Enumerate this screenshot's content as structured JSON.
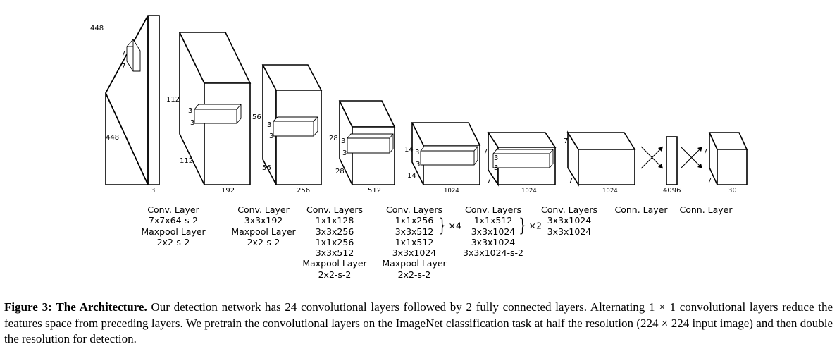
{
  "figure": {
    "stages": [
      {
        "layer_labels": [
          "Conv. Layer",
          "7x7x64-s-2",
          "Maxpool Layer",
          "2x2-s-2"
        ],
        "input_height": "448",
        "input_width": "448",
        "input_depth": "3",
        "kernel_h": "7",
        "kernel_w": "7"
      },
      {
        "layer_labels": [
          "Conv. Layer",
          "3x3x192",
          "Maxpool Layer",
          "2x2-s-2"
        ],
        "input_height": "112",
        "input_width": "112",
        "input_depth": "192",
        "kernel_h": "3",
        "kernel_w": "3"
      },
      {
        "layer_labels": [
          "Conv. Layers",
          "1x1x128",
          "3x3x256",
          "1x1x256",
          "3x3x512",
          "Maxpool Layer",
          "2x2-s-2"
        ],
        "input_height": "56",
        "input_width": "56",
        "input_depth": "256",
        "kernel_h": "3",
        "kernel_w": "3"
      },
      {
        "layer_labels": [
          "Conv. Layers",
          "1x1x256",
          "3x3x512",
          "1x1x512",
          "3x3x1024",
          "Maxpool Layer",
          "2x2-s-2"
        ],
        "repeat": "×4",
        "input_height": "28",
        "input_width": "28",
        "input_depth": "512",
        "kernel_h": "3",
        "kernel_w": "3"
      },
      {
        "layer_labels": [
          "Conv. Layers",
          "1x1x512",
          "3x3x1024",
          "3x3x1024",
          "3x3x1024-s-2"
        ],
        "repeat": "×2",
        "input_height": "14",
        "input_width": "14",
        "input_depth": "1024",
        "kernel_h": "3",
        "kernel_w": "3"
      },
      {
        "layer_labels": [
          "Conv. Layers",
          "3x3x1024",
          "3x3x1024"
        ],
        "input_height": "7",
        "input_width": "7",
        "input_depth": "1024",
        "kernel_h": "3",
        "kernel_w": "3"
      },
      {
        "layer_labels": [
          "Conn. Layer"
        ],
        "input_height": "7",
        "input_width": "7",
        "input_depth": "1024"
      },
      {
        "layer_labels": [
          "Conn. Layer"
        ],
        "input_depth": "4096"
      },
      {
        "output_height": "7",
        "output_width": "7",
        "output_depth": "30"
      }
    ]
  },
  "caption": {
    "label": "Figure 3:",
    "title": "The Architecture.",
    "text": "Our detection network has 24 convolutional layers followed by 2 fully connected layers. Alternating 1 × 1 convolutional layers reduce the features space from preceding layers. We pretrain the convolutional layers on the ImageNet classification task at half the resolution (224 × 224 input image) and then double the resolution for detection."
  }
}
